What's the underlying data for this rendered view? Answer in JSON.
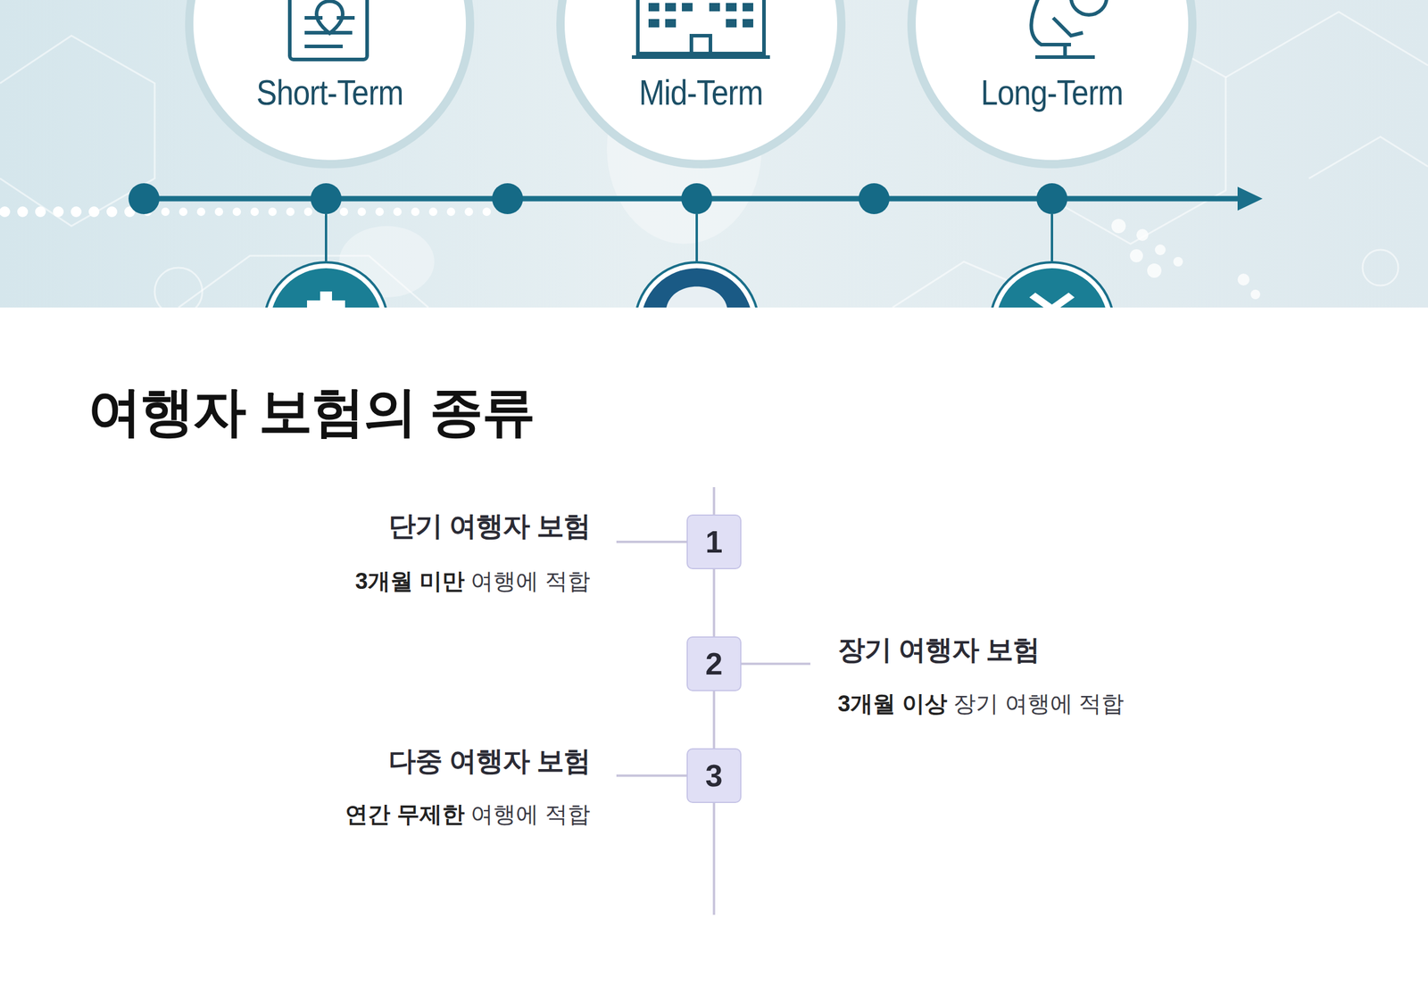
{
  "diagram": {
    "title": "여행자 보험의 종류",
    "nodes": [
      {
        "text": [
          "Short-Term"
        ]
      },
      {
        "text": [
          "Mid-Term"
        ]
      },
      {
        "text": [
          "Long-Term"
        ]
      },
      {
        "text": [
          "1"
        ]
      },
      {
        "text": [
          "2"
        ]
      },
      {
        "text": [
          "3"
        ]
      }
    ],
    "labels": [
      "단기 여행자 보험",
      "3개월 미만",
      "여행에 적합",
      "장기 여행자 보험",
      "3개월 이상",
      "장기 여행에 적합",
      "다중 여행자 보험",
      "연간 무제한",
      "여행에 적합"
    ]
  }
}
